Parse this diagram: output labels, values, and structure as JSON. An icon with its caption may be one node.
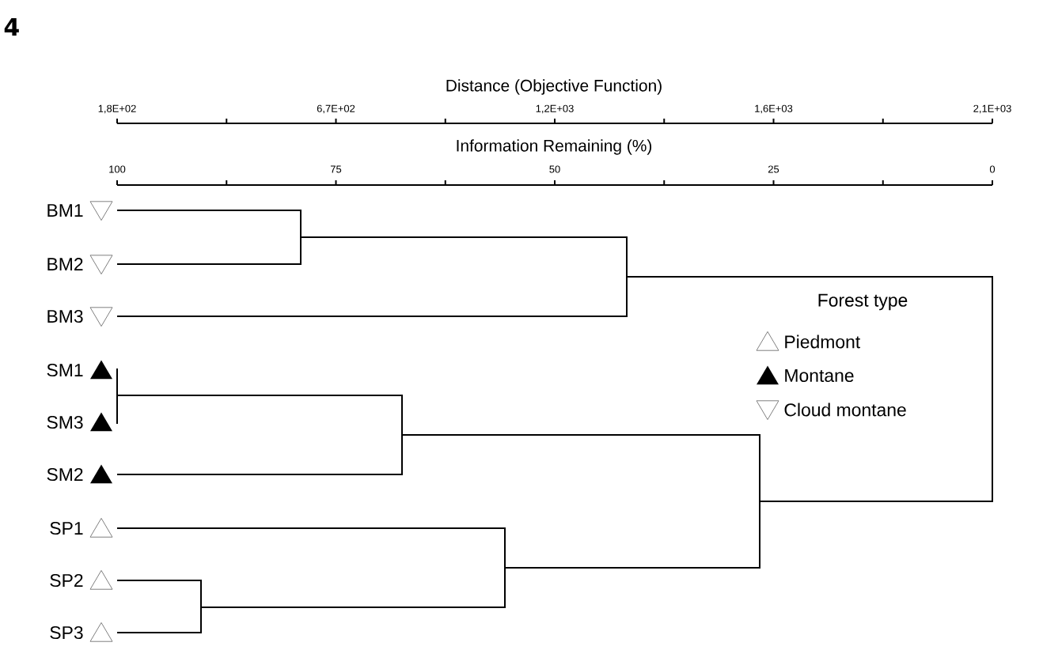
{
  "diagram": {
    "title": "4",
    "labels": [
      "Distance (Objective Function)",
      "1,8E+02",
      "6,7E+02",
      "1,2E+03",
      "1,6E+03",
      "2,1E+03",
      "Information Remaining (%)",
      "100",
      "75",
      "50",
      "25",
      "0",
      "BM1",
      "BM2",
      "BM3",
      "SM1",
      "SM3",
      "SM2",
      "SP1",
      "SP2",
      "SP3",
      "Forest type"
    ],
    "legend": [
      {
        "text": "Piedmont"
      },
      {
        "text": "Montane"
      },
      {
        "text": "Cloud montane"
      }
    ]
  }
}
